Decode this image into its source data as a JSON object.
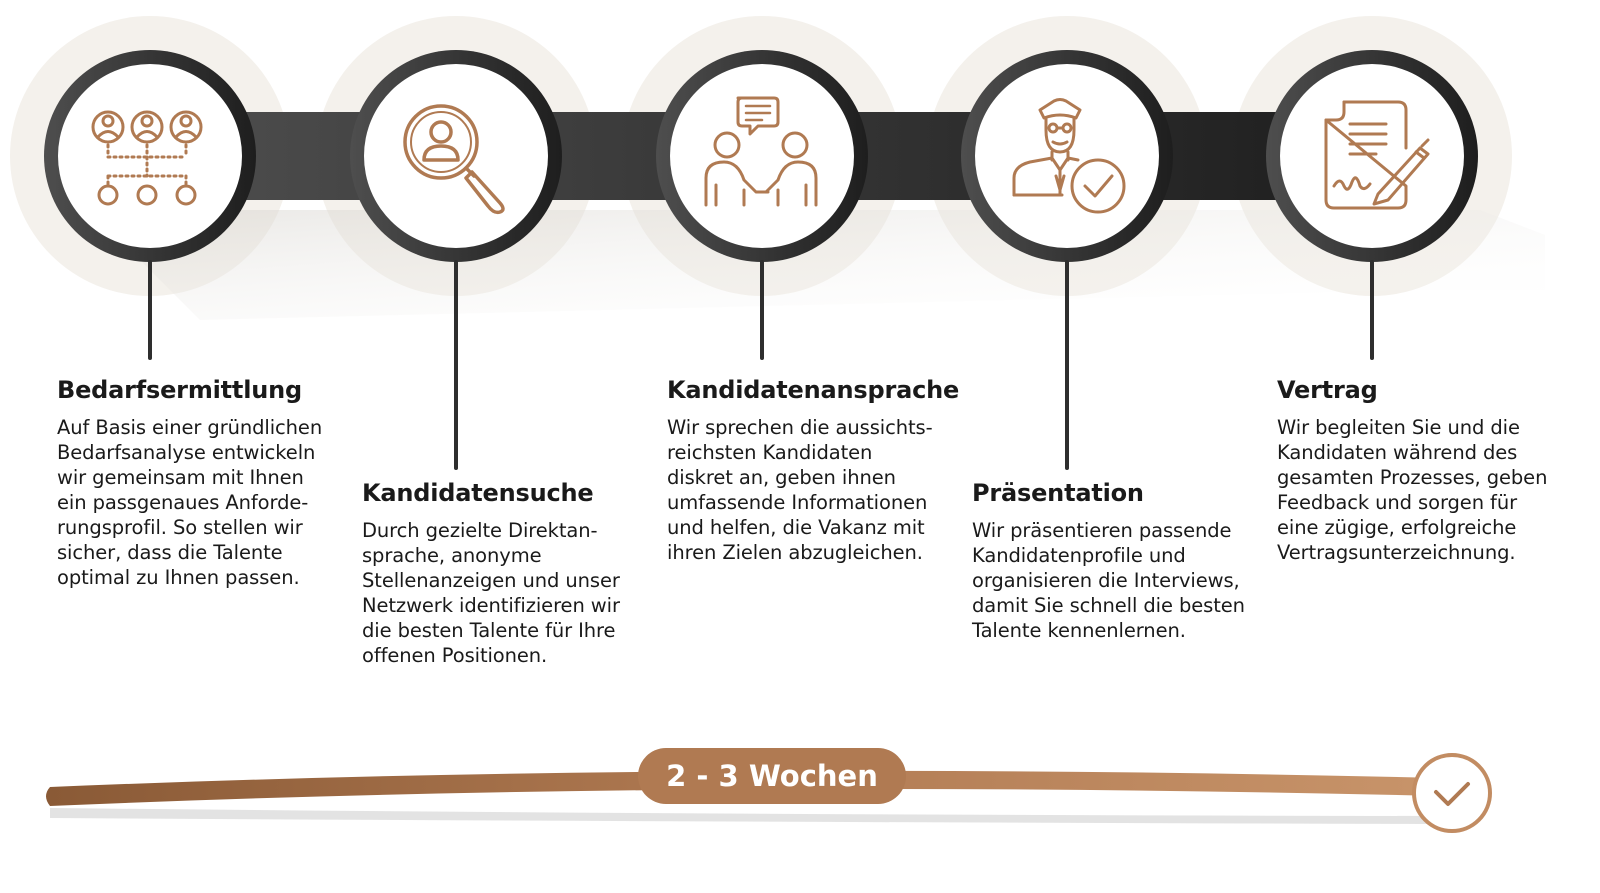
{
  "steps": [
    {
      "title": "Bedarfsermittlung",
      "icon": "org-chart-people-icon",
      "desc": [
        "Auf Basis einer gründlichen",
        "Bedarfsanalyse entwickeln",
        "wir gemeinsam mit Ihnen",
        "ein passgenaues Anforde-",
        "rungsprofil. So stellen wir",
        "sicher, dass die Talente",
        "optimal zu Ihnen passen."
      ]
    },
    {
      "title": "Kandidatensuche",
      "icon": "magnifier-person-icon",
      "desc": [
        "Durch gezielte Direktan-",
        "sprache, anonyme",
        "Stellenanzeigen und unser",
        "Netzwerk identifizieren wir",
        "die besten Talente für Ihre",
        "offenen Positionen."
      ]
    },
    {
      "title": "Kandidatenansprache",
      "icon": "conversation-icon",
      "desc": [
        "Wir sprechen die aussichts-",
        "reichsten Kandidaten",
        "diskret an, geben ihnen",
        "umfassende Informationen",
        "und helfen, die Vakanz mit",
        "ihren Zielen abzugleichen."
      ]
    },
    {
      "title": "Präsentation",
      "icon": "approved-candidate-icon",
      "desc": [
        "Wir präsentieren passende",
        "Kandidatenprofile und",
        "organisieren die Interviews,",
        "damit Sie schnell die besten",
        "Talente kennenlernen."
      ]
    },
    {
      "title": "Vertrag",
      "icon": "contract-signature-icon",
      "desc": [
        "Wir begleiten Sie und die",
        "Kandidaten während des",
        "gesamten Prozesses, geben",
        "Feedback und sorgen für",
        "eine zügige, erfolgreiche",
        "Vertragsunterzeichnung."
      ]
    }
  ],
  "timeline": {
    "duration_label": "2 - 3 Wochen",
    "end_icon": "check-icon"
  },
  "colors": {
    "accent": "#b07a52",
    "chain": "#2e2e2e",
    "ring_bg": "#f4f1ec",
    "text": "#1a1a1a"
  }
}
